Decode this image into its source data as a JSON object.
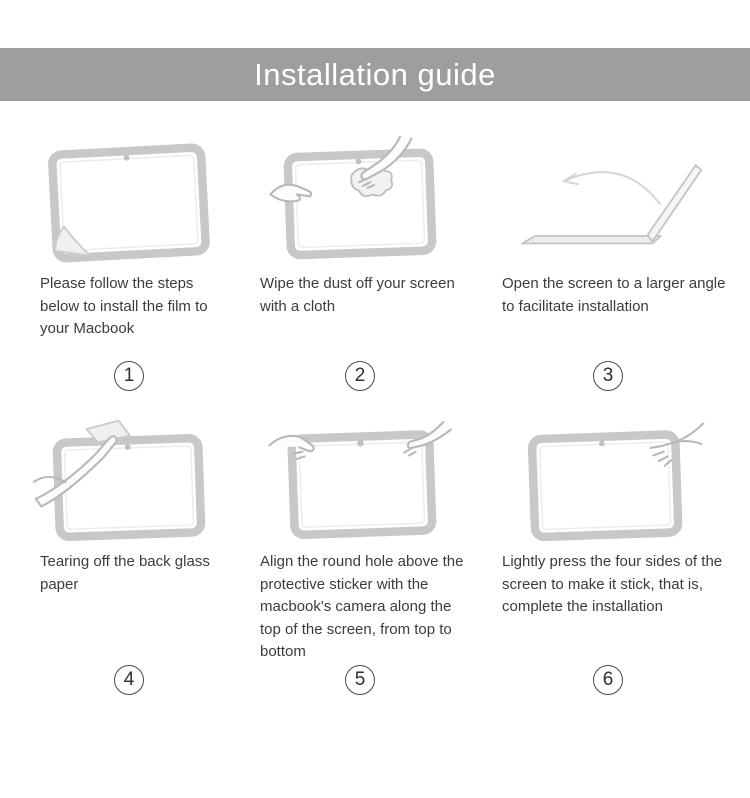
{
  "banner": {
    "title": "Installation guide",
    "bg_color": "#9e9e9e",
    "text_color": "#ffffff"
  },
  "steps": [
    {
      "number": "1",
      "icon": "tablet-film-peel-icon",
      "caption": "Please follow the steps below to install the film to your Macbook"
    },
    {
      "number": "2",
      "icon": "wipe-screen-cloth-icon",
      "caption": "Wipe the dust off your screen with a cloth"
    },
    {
      "number": "3",
      "icon": "laptop-open-angle-icon",
      "caption": "Open the screen to a larger angle to facilitate installation"
    },
    {
      "number": "4",
      "icon": "tear-back-paper-icon",
      "caption": "Tearing off the back glass paper"
    },
    {
      "number": "5",
      "icon": "align-camera-hole-icon",
      "caption": "Align the round hole above the protective sticker with the macbook's camera along the top of the screen, from top to bottom"
    },
    {
      "number": "6",
      "icon": "press-four-sides-icon",
      "caption": "Lightly press the four sides of the screen to make it stick, that is, complete the installation"
    }
  ]
}
